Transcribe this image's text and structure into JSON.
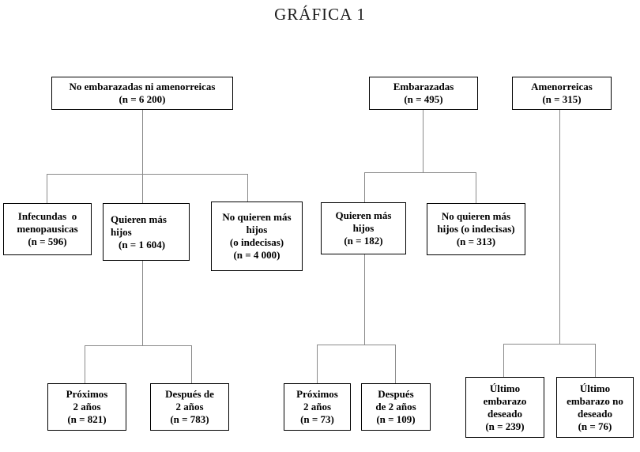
{
  "title": "GRÁFICA 1",
  "colors": {
    "background": "#ffffff",
    "box_border": "#000000",
    "connector": "#8a8a8a",
    "text": "#000000"
  },
  "nodes": {
    "no_embarazadas": {
      "lines": [
        "No embarazadas ni amenorreicas",
        "(n = 6 200)"
      ]
    },
    "embarazadas": {
      "lines": [
        "Embarazadas",
        "(n = 495)"
      ]
    },
    "amenorreicas": {
      "lines": [
        "Amenorreicas",
        "(n = 315)"
      ]
    },
    "infecundas": {
      "lines": [
        "Infecundas  o",
        "menopausicas",
        "(n = 596)"
      ]
    },
    "quieren_mas_1604": {
      "lines": [
        "Quieren más",
        "hijos",
        "(n = 1 604)"
      ]
    },
    "no_quieren_4000": {
      "lines": [
        "No quieren más",
        "hijos",
        "(o indecisas)",
        "(n = 4 000)"
      ]
    },
    "quieren_mas_182": {
      "lines": [
        "Quieren más",
        "hijos",
        "(n = 182)"
      ]
    },
    "no_quieren_313": {
      "lines": [
        "No quieren más",
        "hijos (o indecisas)",
        "(n = 313)"
      ]
    },
    "proximos_821": {
      "lines": [
        "Próximos",
        "2 años",
        "(n = 821)"
      ]
    },
    "despues_783": {
      "lines": [
        "Después de",
        "2 años",
        "(n = 783)"
      ]
    },
    "proximos_73": {
      "lines": [
        "Próximos",
        "2 años",
        "(n = 73)"
      ]
    },
    "despues_109": {
      "lines": [
        "Después",
        "de 2 años",
        "(n = 109)"
      ]
    },
    "ultimo_deseado_239": {
      "lines": [
        "Último",
        "embarazo",
        "deseado",
        "(n = 239)"
      ]
    },
    "ultimo_no_deseado_76": {
      "lines": [
        "Último",
        "embarazo no",
        "deseado",
        "(n = 76)"
      ]
    }
  }
}
